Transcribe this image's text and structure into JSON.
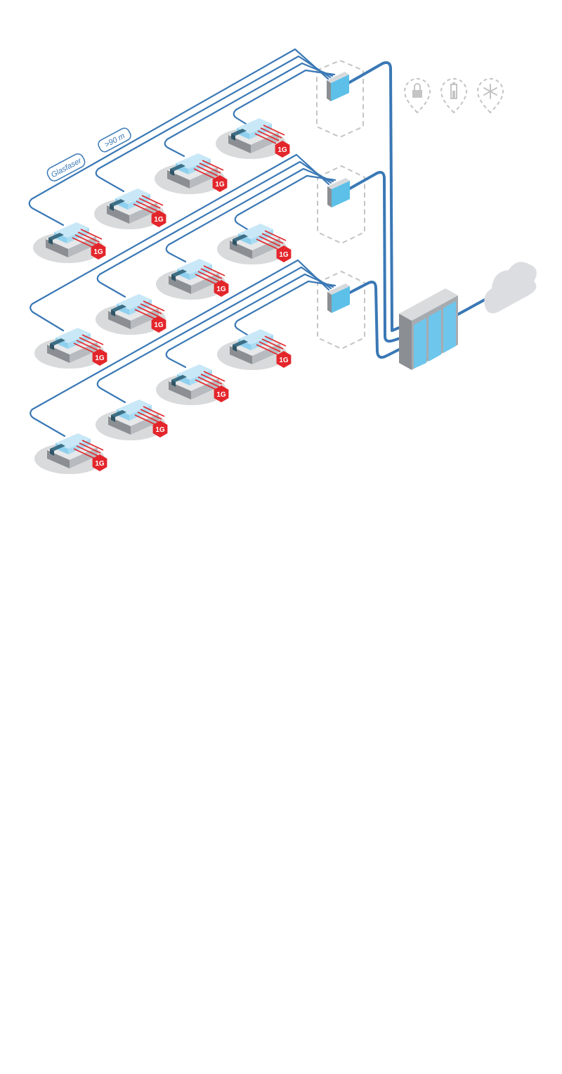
{
  "labels": {
    "cable_type": "Glasfaser",
    "distance": ">90 m",
    "badge": "1G"
  },
  "icons": [
    "lock-icon",
    "battery-icon",
    "snowflake-icon",
    "cloud-icon"
  ],
  "colors": {
    "cable": "#3a78b5",
    "badge": "#e3262b",
    "device_top": "#c9e8f7",
    "device_blue": "#5cc0e8",
    "zone": "#c4c4c4"
  }
}
